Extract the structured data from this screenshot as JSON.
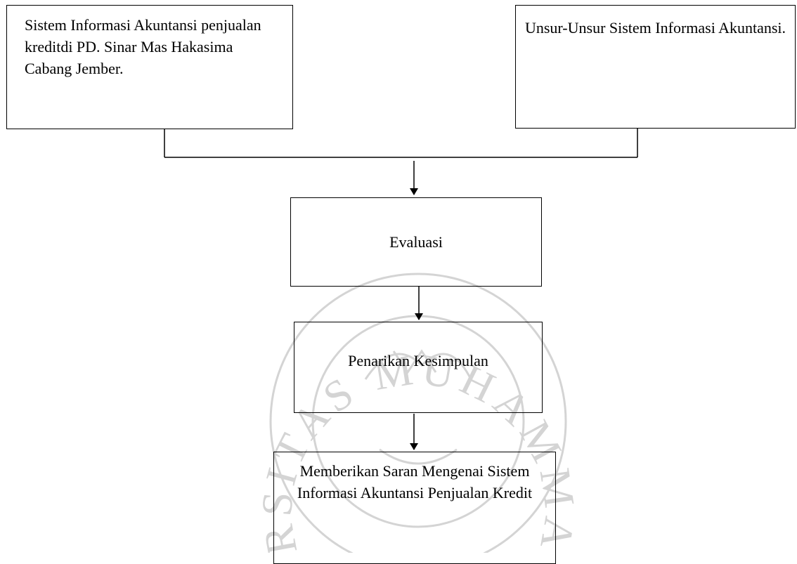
{
  "diagram": {
    "source_box": {
      "text": "Sistem Informasi Akuntansi penjualan kreditdi PD. Sinar Mas Hakasima Cabang Jember."
    },
    "elements_box": {
      "text": "Unsur-Unsur Sistem Informasi Akuntansi."
    },
    "evaluation_box": {
      "text": "Evaluasi"
    },
    "conclusion_box": {
      "text": "Penarikan Kesimpulan"
    },
    "recommendation_box": {
      "text": "Memberikan Saran Mengenai Sistem Informasi Akuntansi Penjualan Kredit"
    }
  },
  "watermark": {
    "text": "UNIVERSITAS MUHAMMADIYAH"
  },
  "colors": {
    "line": "#000000",
    "watermark": "#d4d4d4"
  }
}
